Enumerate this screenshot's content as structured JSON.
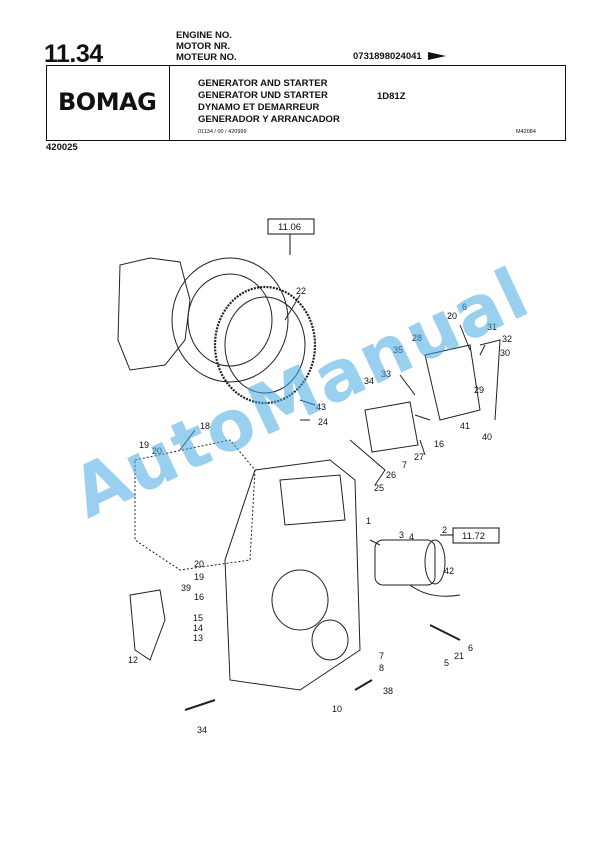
{
  "header": {
    "page_number": "11.34",
    "engine_labels": [
      "ENGINE NO.",
      "MOTOR  NR.",
      "MOTEUR NO."
    ],
    "engine_number": "0731898024041",
    "logo": "BOMAG",
    "titles": [
      "GENERATOR AND STARTER",
      "GENERATOR UND STARTER",
      "DYNAMO ET DEMARREUR",
      "GENERADOR Y ARRANCADOR"
    ],
    "model": "1D81Z",
    "ref_code": "01134 / 00 / 420999",
    "m_code": "M42084",
    "doc_code": "420025"
  },
  "diagram": {
    "ref_boxes": [
      "11.06",
      "11.72"
    ],
    "part_labels": [
      "22",
      "43",
      "24",
      "6",
      "20",
      "31",
      "32",
      "30",
      "28",
      "35",
      "29",
      "34",
      "33",
      "41",
      "40",
      "16",
      "27",
      "7",
      "26",
      "25",
      "18",
      "19",
      "20",
      "1",
      "3",
      "4",
      "2",
      "42",
      "20",
      "19",
      "39",
      "16",
      "15",
      "14",
      "13",
      "12",
      "7",
      "8",
      "5",
      "21",
      "6",
      "38",
      "10",
      "34"
    ]
  },
  "watermark": "AutoManual"
}
